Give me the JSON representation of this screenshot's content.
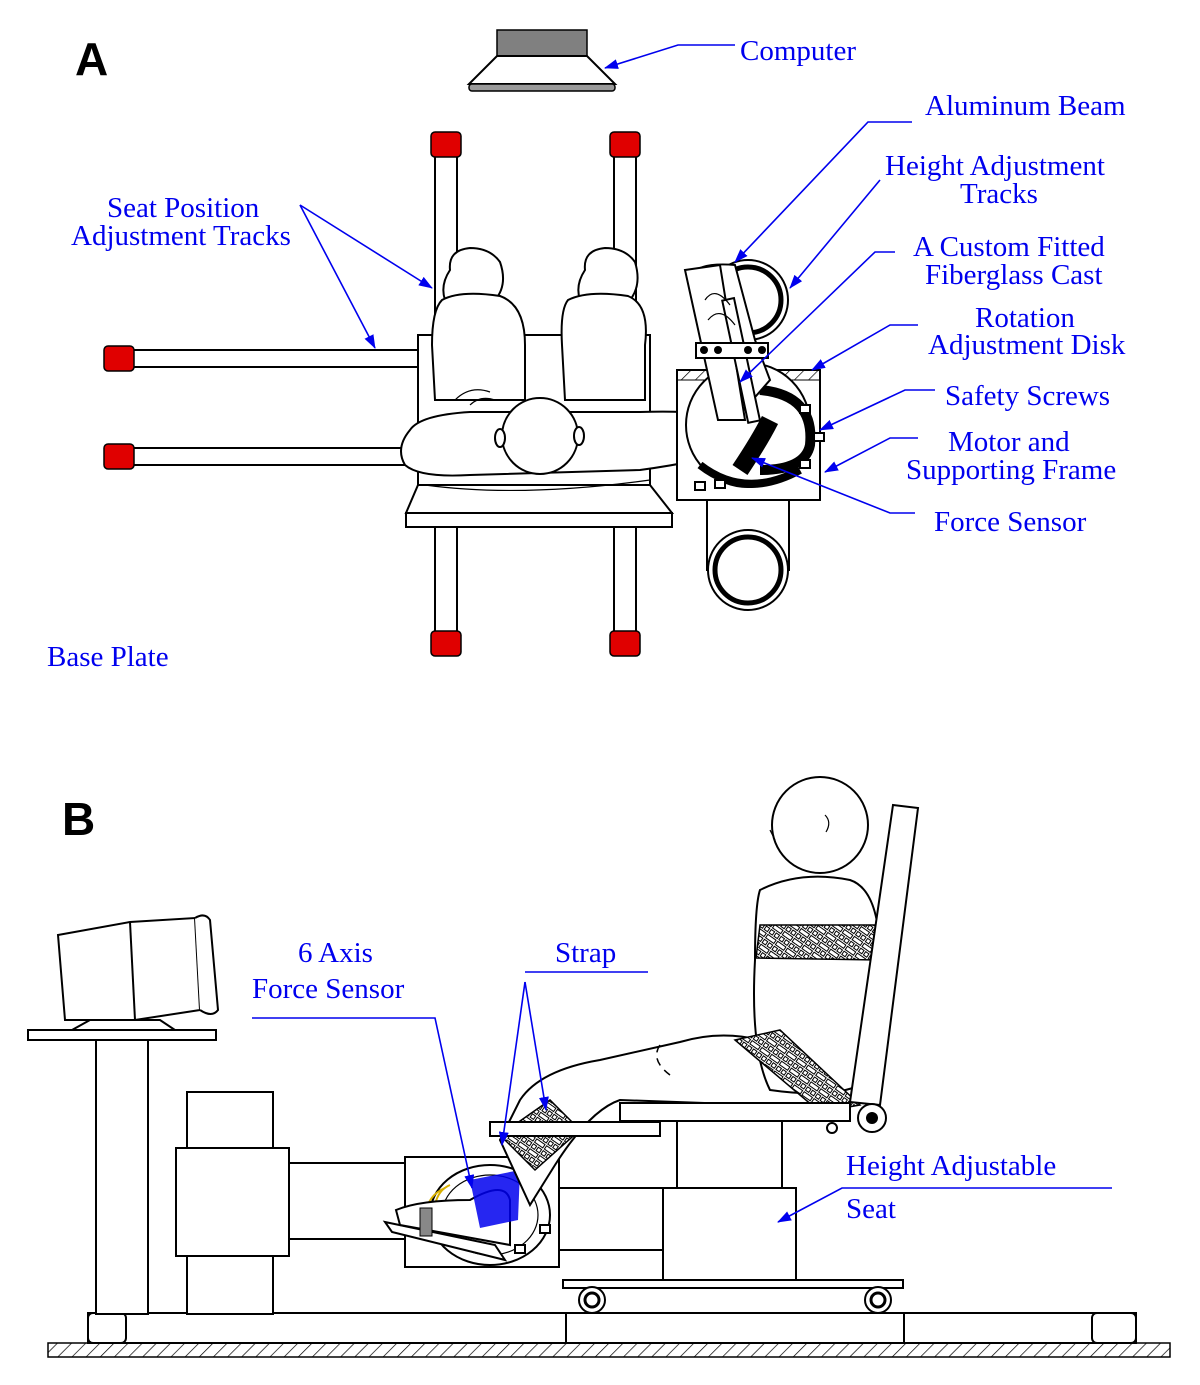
{
  "panels": {
    "a": {
      "letter": "A",
      "labels": {
        "computer": "Computer",
        "aluminum_beam": "Aluminum Beam",
        "height_tracks_1": "Height Adjustment",
        "height_tracks_2": "Tracks",
        "seat_tracks_1": "Seat Position",
        "seat_tracks_2": "Adjustment Tracks",
        "cast_1": "A Custom Fitted",
        "cast_2": "Fiberglass Cast",
        "rotation_1": "Rotation",
        "rotation_2": "Adjustment Disk",
        "safety": "Safety Screws",
        "motor_1": "Motor and",
        "motor_2": "Supporting Frame",
        "force": "Force Sensor",
        "base": "Base Plate"
      }
    },
    "b": {
      "letter": "B",
      "labels": {
        "sensor_1": "6 Axis",
        "sensor_2": "Force Sensor",
        "strap": "Strap",
        "seat_1": "Height Adjustable",
        "seat_2": "Seat"
      }
    }
  },
  "colors": {
    "label": "#0000ee",
    "track_cap": "#e00000",
    "line": "#000000"
  }
}
